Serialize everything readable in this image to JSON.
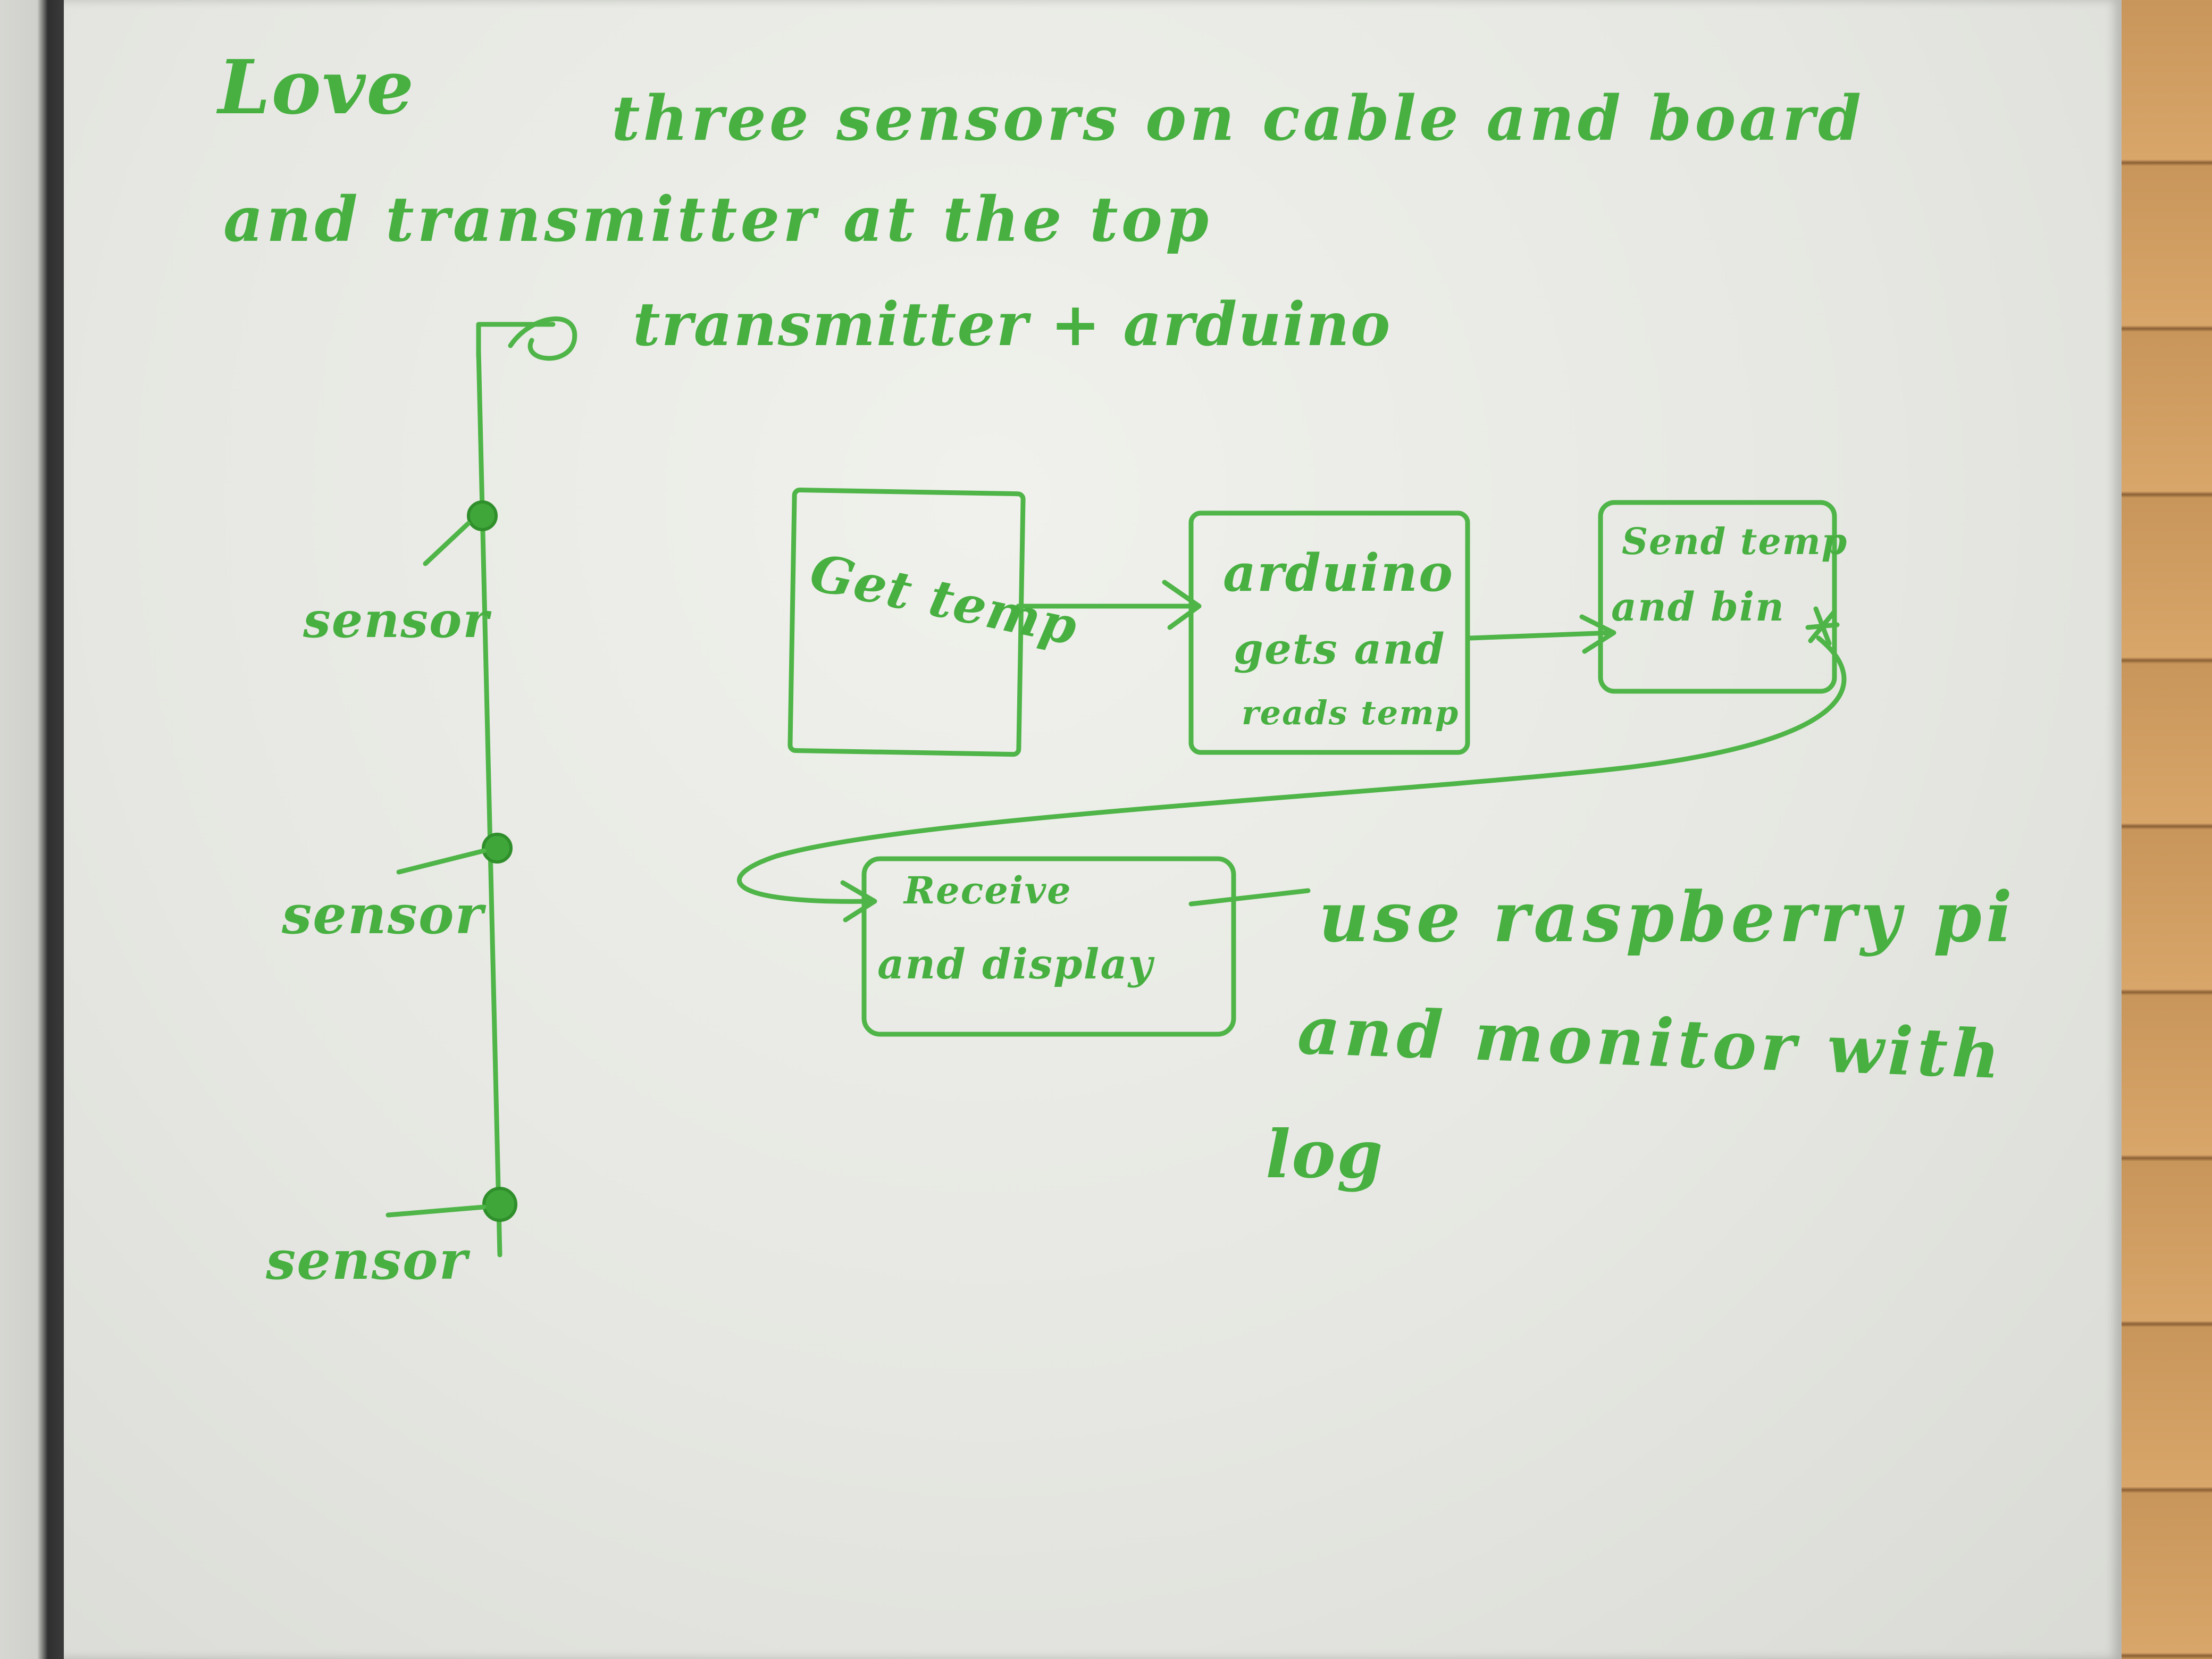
{
  "note": {
    "line1_word": "Love",
    "line1_rest": "three sensors on cable and board",
    "line2": "and transmitter at the top"
  },
  "cable": {
    "top_label": "transmitter + arduino",
    "sensors": [
      "sensor",
      "sensor",
      "sensor"
    ]
  },
  "flow": {
    "box_get_temp": "Get temp",
    "box_arduino_lines": [
      "arduino",
      "gets and",
      "reads temp"
    ],
    "box_send_lines": [
      "Send temp",
      "and bin"
    ],
    "box_receive_lines": [
      "Receive",
      "and display"
    ]
  },
  "side_note": {
    "lines": [
      "use raspberry pi",
      "and monitor with",
      "log"
    ]
  },
  "colors": {
    "marker_green": "#4fb548",
    "board": "#e9eae5",
    "wood": "#c8955a"
  }
}
